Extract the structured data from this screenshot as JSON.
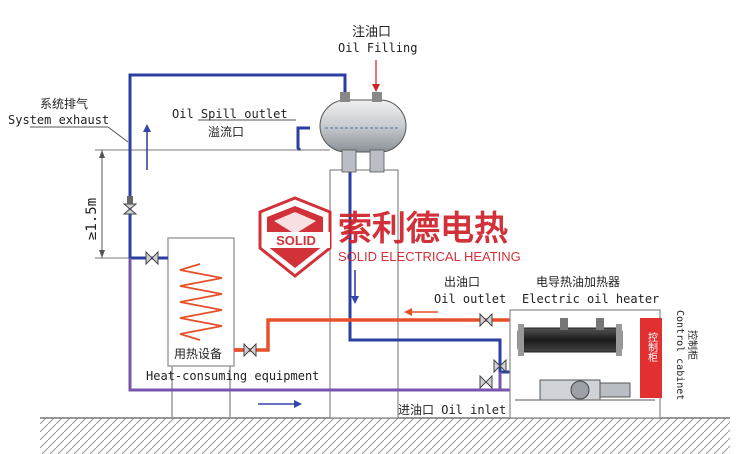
{
  "labels": {
    "oil_filling_cn": "注油口",
    "oil_filling_en": "Oil Filling",
    "system_exhaust_cn": "系统排气",
    "system_exhaust_en": "System exhaust",
    "oil_spill_en": "Oil Spill outlet",
    "oil_spill_cn": "溢流口",
    "height": "≥1.5m",
    "oil_outlet_cn": "出油口",
    "oil_outlet_en": "Oil outlet",
    "heater_cn": "电导热油加热器",
    "heater_en": "Electric oil heater",
    "control_cabinet_en": "Control cabinet",
    "control_cabinet_cn": "控制柜",
    "cabinet_panel_cn": "控制柜",
    "heat_consuming_cn": "用热设备",
    "heat_consuming_en": "Heat-consuming equipment",
    "oil_inlet": "进油口 Oil inlet"
  },
  "brand": {
    "name_cn": "索利德电热",
    "name_en": "SOLID ELECTRICAL HEATING",
    "shield_text": "SOLID"
  },
  "colors": {
    "return_line": "#2a3fa0",
    "supply_line": "#e8502a",
    "inlet_line": "#7a55b0",
    "flow_arrow": "#3344aa",
    "brand_red": "#d0202a"
  }
}
